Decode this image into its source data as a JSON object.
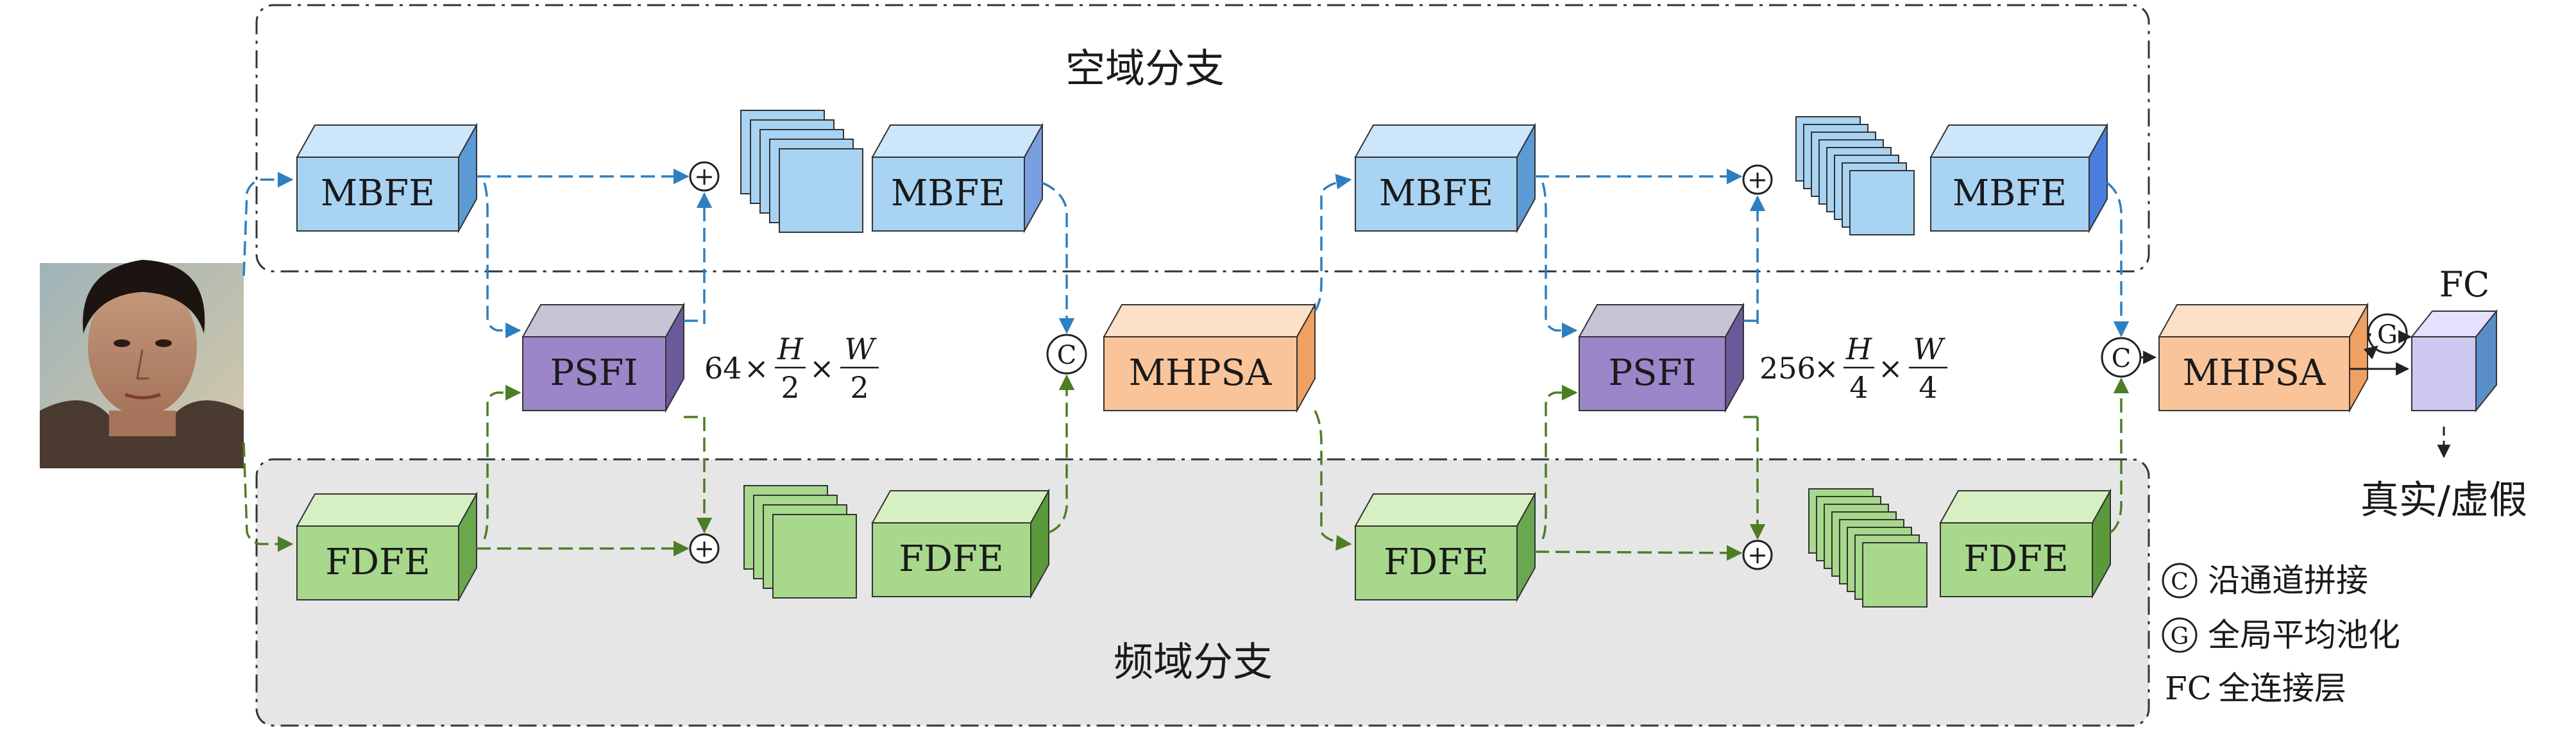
{
  "branches": {
    "spatial_label": "空域分支",
    "frequency_label": "频域分支"
  },
  "modules": {
    "mbfe": "MBFE",
    "fdfe": "FDFE",
    "psfi": "PSFI",
    "mhpsa": "MHPSA",
    "fc": "FC"
  },
  "dims": {
    "first": {
      "channels": "64",
      "h": "H",
      "w": "W",
      "div": "2",
      "times": "×"
    },
    "second": {
      "channels": "256",
      "h": "H",
      "w": "W",
      "div": "4",
      "times": "×"
    }
  },
  "operators": {
    "concat_symbol": "C",
    "gap_symbol": "G",
    "add_symbol": "+"
  },
  "output_label": "真实/虚假",
  "legend": {
    "concat": "沿通道拼接",
    "gap": "全局平均池化",
    "fc_key": "FC",
    "fc_desc": "全连接层"
  },
  "colors": {
    "blue_front": "#a9d3f2",
    "blue_top": "#cde6f9",
    "blue_side": "#5b9bd5",
    "green_front": "#a8d88c",
    "green_top": "#d7f0c3",
    "green_side": "#6aa84f",
    "purple_front": "#9b86c9",
    "purple_top": "#c9c3d6",
    "purple_side": "#6a5a9a",
    "orange_front": "#f9c49a",
    "orange_top": "#fde0c8",
    "orange_side": "#f0a060",
    "fc_front": "#cfc8f0",
    "fc_side": "#5b8ec9",
    "blue_arrow": "#2e7fbf",
    "green_arrow": "#5a8a2e",
    "freq_bg": "#e6e6e6"
  }
}
